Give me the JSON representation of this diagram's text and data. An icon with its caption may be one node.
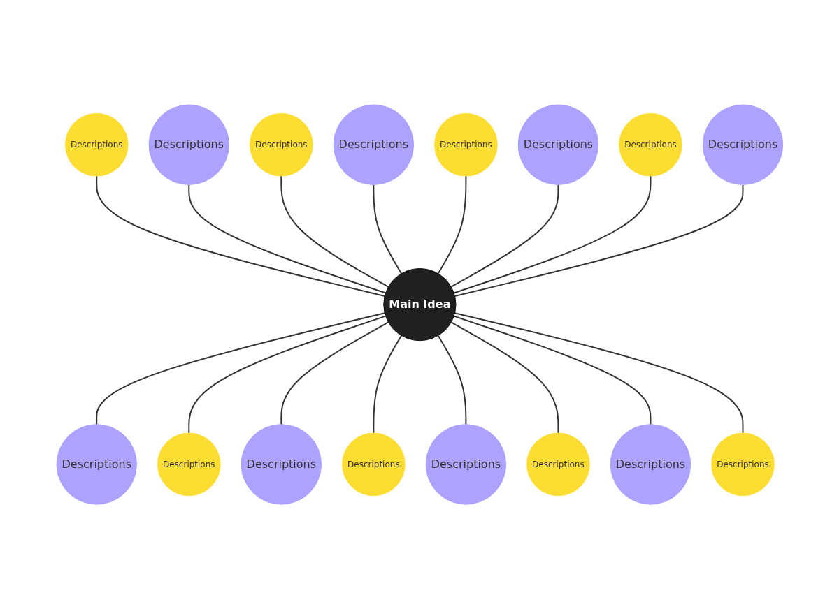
{
  "diagram": {
    "nodes": [
      {
        "text": [
          "Descriptions"
        ]
      },
      {
        "text": [
          "Descriptions"
        ]
      },
      {
        "text": [
          "Descriptions"
        ]
      },
      {
        "text": [
          "Descriptions"
        ]
      },
      {
        "text": [
          "Descriptions"
        ]
      },
      {
        "text": [
          "Descriptions"
        ]
      },
      {
        "text": [
          "Descriptions"
        ]
      },
      {
        "text": [
          "Descriptions"
        ]
      },
      {
        "text": [
          "Main Idea"
        ]
      },
      {
        "text": [
          "Descriptions"
        ]
      },
      {
        "text": [
          "Descriptions"
        ]
      },
      {
        "text": [
          "Descriptions"
        ]
      },
      {
        "text": [
          "Descriptions"
        ]
      },
      {
        "text": [
          "Descriptions"
        ]
      },
      {
        "text": [
          "Descriptions"
        ]
      },
      {
        "text": [
          "Descriptions"
        ]
      },
      {
        "text": [
          "Descriptions"
        ]
      }
    ],
    "edges": [
      {
        "from": 5,
        "to": 8,
        "arrow": "none"
      },
      {
        "from": 3,
        "to": 8,
        "arrow": "none"
      },
      {
        "from": 0,
        "to": 8,
        "arrow": "none"
      },
      {
        "from": 2,
        "to": 8,
        "arrow": "none"
      },
      {
        "from": 1,
        "to": 8,
        "arrow": "none"
      },
      {
        "from": 4,
        "to": 8,
        "arrow": "none"
      },
      {
        "from": 6,
        "to": 8,
        "arrow": "none"
      },
      {
        "from": 7,
        "to": 8,
        "arrow": "none"
      },
      {
        "from": 8,
        "to": 9,
        "arrow": "none"
      },
      {
        "from": 8,
        "to": 11,
        "arrow": "none"
      },
      {
        "from": 8,
        "to": 12,
        "arrow": "none"
      },
      {
        "from": 8,
        "to": 15,
        "arrow": "none"
      },
      {
        "from": 8,
        "to": 14,
        "arrow": "none"
      },
      {
        "from": 8,
        "to": 16,
        "arrow": "none"
      },
      {
        "from": 8,
        "to": 13,
        "arrow": "none"
      },
      {
        "from": 8,
        "to": 10,
        "arrow": "none"
      }
    ]
  }
}
